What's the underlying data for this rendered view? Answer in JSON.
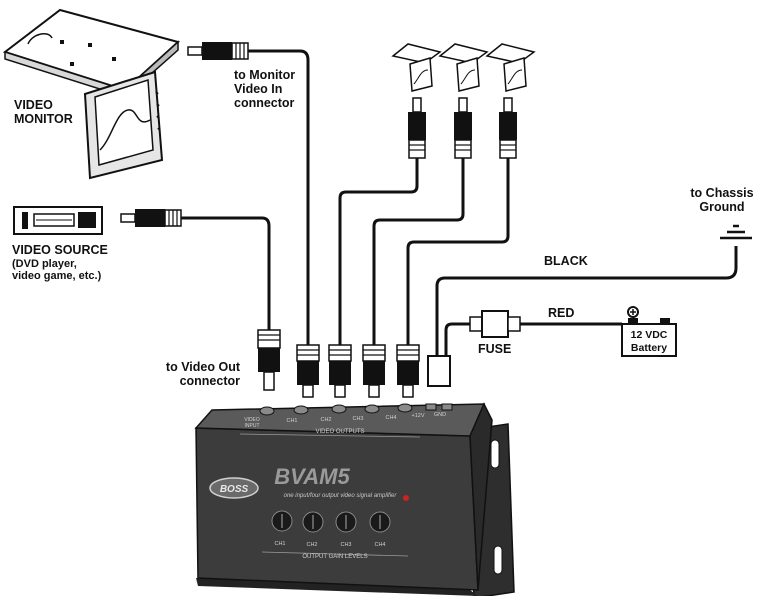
{
  "labels": {
    "video_monitor": [
      "VIDEO",
      "MONITOR"
    ],
    "monitor_connector": [
      "to Monitor",
      "Video In",
      "connector"
    ],
    "video_source": "VIDEO SOURCE",
    "video_source_note": [
      "(DVD player,",
      "video game, etc.)"
    ],
    "video_out_connector": [
      "to Video Out",
      "connector"
    ],
    "chassis_ground": [
      "to Chassis",
      "Ground"
    ],
    "black_wire": "BLACK",
    "red_wire": "RED",
    "fuse": "FUSE",
    "battery": [
      "12 VDC",
      "Battery"
    ]
  },
  "device": {
    "model": "BVAM5",
    "brand": "BOSS",
    "subtitle": "one input/four output video signal amplifier",
    "video_input": [
      "VIDEO",
      "INPUT"
    ],
    "video_outputs": "VIDEO OUTPUTS",
    "output_gain_levels": "OUTPUT GAIN LEVELS",
    "top_channels": [
      "CH1",
      "CH2",
      "CH3",
      "CH4"
    ],
    "power_terminals": [
      "+12V",
      "GND"
    ],
    "knobs": [
      "CH1",
      "CH2",
      "CH3",
      "CH4"
    ]
  },
  "colors": {
    "ink": "#111111",
    "device_body": "#3a3a3a",
    "device_top": "#555555",
    "paper": "#ffffff"
  }
}
